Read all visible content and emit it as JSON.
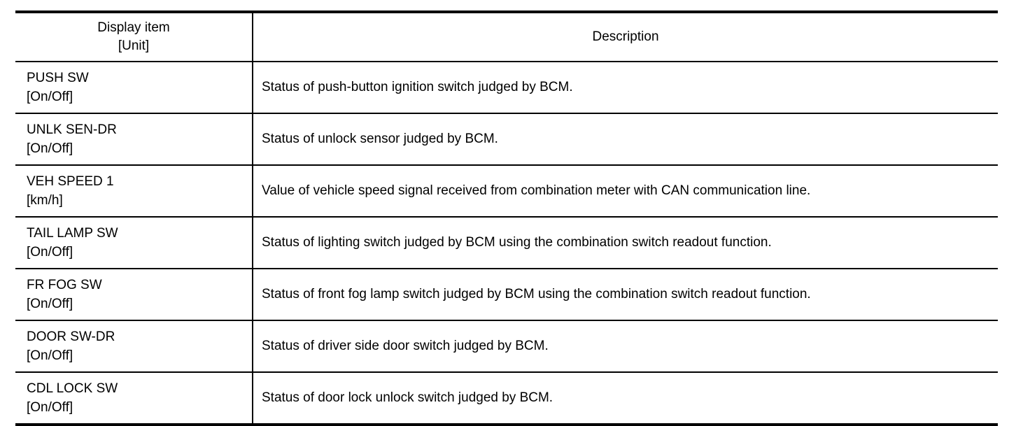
{
  "table": {
    "headers": {
      "display_item_line1": "Display item",
      "display_item_line2": "[Unit]",
      "description": "Description"
    },
    "rows": [
      {
        "name": "PUSH SW",
        "unit": "[On/Off]",
        "description": "Status of push-button ignition switch judged by BCM."
      },
      {
        "name": "UNLK SEN-DR",
        "unit": "[On/Off]",
        "description": "Status of unlock sensor judged by BCM."
      },
      {
        "name": "VEH SPEED 1",
        "unit": "[km/h]",
        "description": "Value of vehicle speed signal received from combination meter with CAN communication line."
      },
      {
        "name": "TAIL LAMP SW",
        "unit": "[On/Off]",
        "description": "Status of lighting switch judged by BCM using the combination switch readout function."
      },
      {
        "name": "FR FOG SW",
        "unit": "[On/Off]",
        "description": "Status of front fog lamp switch judged by BCM using the combination switch readout function."
      },
      {
        "name": "DOOR SW-DR",
        "unit": "[On/Off]",
        "description": "Status of driver side door switch judged by BCM."
      },
      {
        "name": "CDL LOCK SW",
        "unit": "[On/Off]",
        "description": "Status of door lock unlock switch judged by BCM."
      }
    ]
  }
}
